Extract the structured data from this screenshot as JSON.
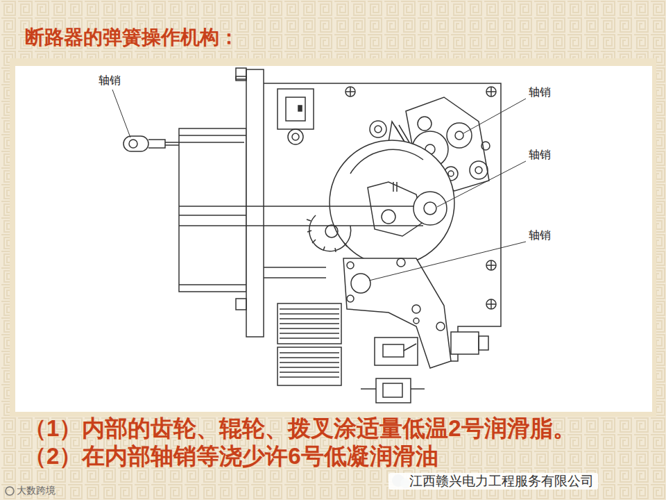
{
  "diagram": {
    "title": "断路器的弹簧操作机构：",
    "labels": [
      "轴销",
      "轴销",
      "轴销",
      "轴销",
      "（1）内部的齿轮、辊轮、拨叉涂适量低温2号润滑脂。",
      "（2）在内部轴销等浇少许6号低凝润滑油",
      "江西赣兴电力工程服务有限公司",
      "大数跨境"
    ]
  }
}
